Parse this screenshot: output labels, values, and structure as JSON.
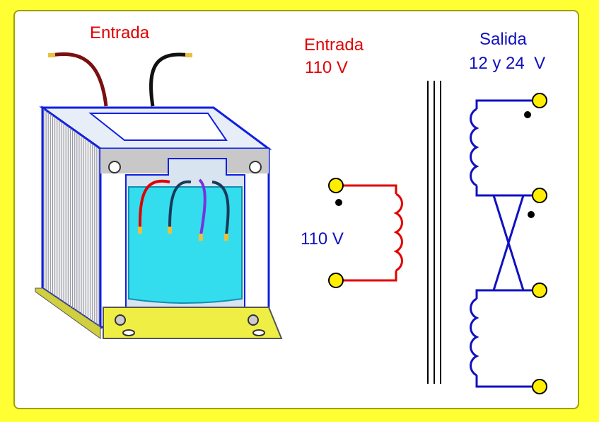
{
  "colors": {
    "background": "#ffff33",
    "primary_wire": "#e00000",
    "secondary_wire": "#1010c0",
    "terminal": "#ffee00",
    "core_outline": "#1020e0",
    "coil_body": "#33ddee",
    "bracket": "#eeee44"
  },
  "labels": {
    "photo_input": "Entrada",
    "schematic_input_title": "Entrada",
    "schematic_input_voltage_top": "110 V",
    "schematic_input_voltage_side": "110 V",
    "output_title": "Salida",
    "output_voltage": "12 y 24  V"
  },
  "icons": [
    "transformer-illustration",
    "transformer-schematic",
    "coil-icon",
    "terminal-icon",
    "polarity-dot-icon"
  ]
}
